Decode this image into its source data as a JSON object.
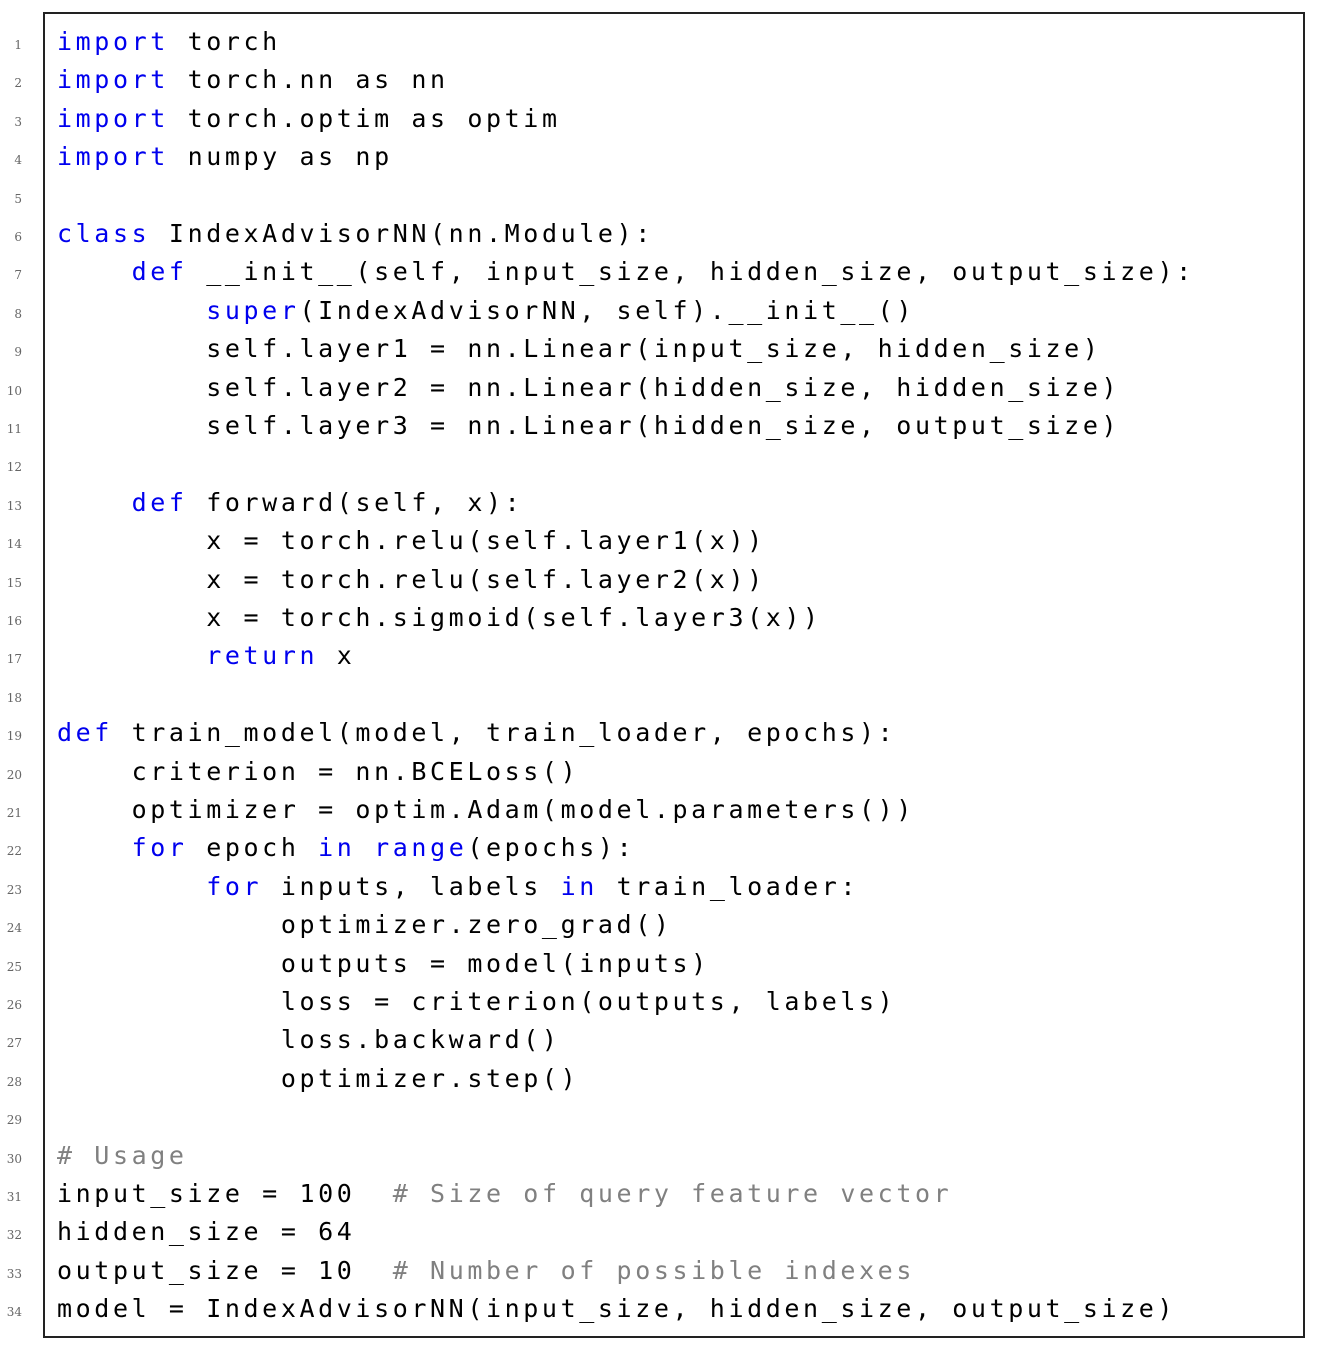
{
  "colors": {
    "keyword": "#0000ee",
    "comment": "#808080",
    "text": "#000000",
    "border": "#222222"
  },
  "code": {
    "lines": [
      {
        "n": "1",
        "t": [
          {
            "s": "import",
            "c": "kw"
          },
          {
            "s": " torch"
          }
        ]
      },
      {
        "n": "2",
        "t": [
          {
            "s": "import",
            "c": "kw"
          },
          {
            "s": " torch.nn as nn"
          }
        ]
      },
      {
        "n": "3",
        "t": [
          {
            "s": "import",
            "c": "kw"
          },
          {
            "s": " torch.optim as optim"
          }
        ]
      },
      {
        "n": "4",
        "t": [
          {
            "s": "import",
            "c": "kw"
          },
          {
            "s": " numpy as np"
          }
        ]
      },
      {
        "n": "5",
        "t": []
      },
      {
        "n": "6",
        "t": [
          {
            "s": "class",
            "c": "kw"
          },
          {
            "s": " IndexAdvisorNN(nn.Module):"
          }
        ]
      },
      {
        "n": "7",
        "t": [
          {
            "s": "    "
          },
          {
            "s": "def",
            "c": "kw"
          },
          {
            "s": " __init__(self, input_size, hidden_size, output_size):"
          }
        ]
      },
      {
        "n": "8",
        "t": [
          {
            "s": "        "
          },
          {
            "s": "super",
            "c": "kw"
          },
          {
            "s": "(IndexAdvisorNN, self).__init__()"
          }
        ]
      },
      {
        "n": "9",
        "t": [
          {
            "s": "        self.layer1 = nn.Linear(input_size, hidden_size)"
          }
        ]
      },
      {
        "n": "10",
        "t": [
          {
            "s": "        self.layer2 = nn.Linear(hidden_size, hidden_size)"
          }
        ]
      },
      {
        "n": "11",
        "t": [
          {
            "s": "        self.layer3 = nn.Linear(hidden_size, output_size)"
          }
        ]
      },
      {
        "n": "12",
        "t": []
      },
      {
        "n": "13",
        "t": [
          {
            "s": "    "
          },
          {
            "s": "def",
            "c": "kw"
          },
          {
            "s": " forward(self, x):"
          }
        ]
      },
      {
        "n": "14",
        "t": [
          {
            "s": "        x = torch.relu(self.layer1(x))"
          }
        ]
      },
      {
        "n": "15",
        "t": [
          {
            "s": "        x = torch.relu(self.layer2(x))"
          }
        ]
      },
      {
        "n": "16",
        "t": [
          {
            "s": "        x = torch.sigmoid(self.layer3(x))"
          }
        ]
      },
      {
        "n": "17",
        "t": [
          {
            "s": "        "
          },
          {
            "s": "return",
            "c": "kw"
          },
          {
            "s": " x"
          }
        ]
      },
      {
        "n": "18",
        "t": []
      },
      {
        "n": "19",
        "t": [
          {
            "s": "def",
            "c": "kw"
          },
          {
            "s": " train_model(model, train_loader, epochs):"
          }
        ]
      },
      {
        "n": "20",
        "t": [
          {
            "s": "    criterion = nn.BCELoss()"
          }
        ]
      },
      {
        "n": "21",
        "t": [
          {
            "s": "    optimizer = optim.Adam(model.parameters())"
          }
        ]
      },
      {
        "n": "22",
        "t": [
          {
            "s": "    "
          },
          {
            "s": "for",
            "c": "kw"
          },
          {
            "s": " epoch "
          },
          {
            "s": "in",
            "c": "kw"
          },
          {
            "s": " "
          },
          {
            "s": "range",
            "c": "kw"
          },
          {
            "s": "(epochs):"
          }
        ]
      },
      {
        "n": "23",
        "t": [
          {
            "s": "        "
          },
          {
            "s": "for",
            "c": "kw"
          },
          {
            "s": " inputs, labels "
          },
          {
            "s": "in",
            "c": "kw"
          },
          {
            "s": " train_loader:"
          }
        ]
      },
      {
        "n": "24",
        "t": [
          {
            "s": "            optimizer.zero_grad()"
          }
        ]
      },
      {
        "n": "25",
        "t": [
          {
            "s": "            outputs = model(inputs)"
          }
        ]
      },
      {
        "n": "26",
        "t": [
          {
            "s": "            loss = criterion(outputs, labels)"
          }
        ]
      },
      {
        "n": "27",
        "t": [
          {
            "s": "            loss.backward()"
          }
        ]
      },
      {
        "n": "28",
        "t": [
          {
            "s": "            optimizer.step()"
          }
        ]
      },
      {
        "n": "29",
        "t": []
      },
      {
        "n": "30",
        "t": [
          {
            "s": "# Usage",
            "c": "cm"
          }
        ]
      },
      {
        "n": "31",
        "t": [
          {
            "s": "input_size = 100  "
          },
          {
            "s": "# Size of query feature vector",
            "c": "cm"
          }
        ]
      },
      {
        "n": "32",
        "t": [
          {
            "s": "hidden_size = 64"
          }
        ]
      },
      {
        "n": "33",
        "t": [
          {
            "s": "output_size = 10  "
          },
          {
            "s": "# Number of possible indexes",
            "c": "cm"
          }
        ]
      },
      {
        "n": "34",
        "t": [
          {
            "s": "model = IndexAdvisorNN(input_size, hidden_size, output_size)"
          }
        ]
      }
    ]
  }
}
